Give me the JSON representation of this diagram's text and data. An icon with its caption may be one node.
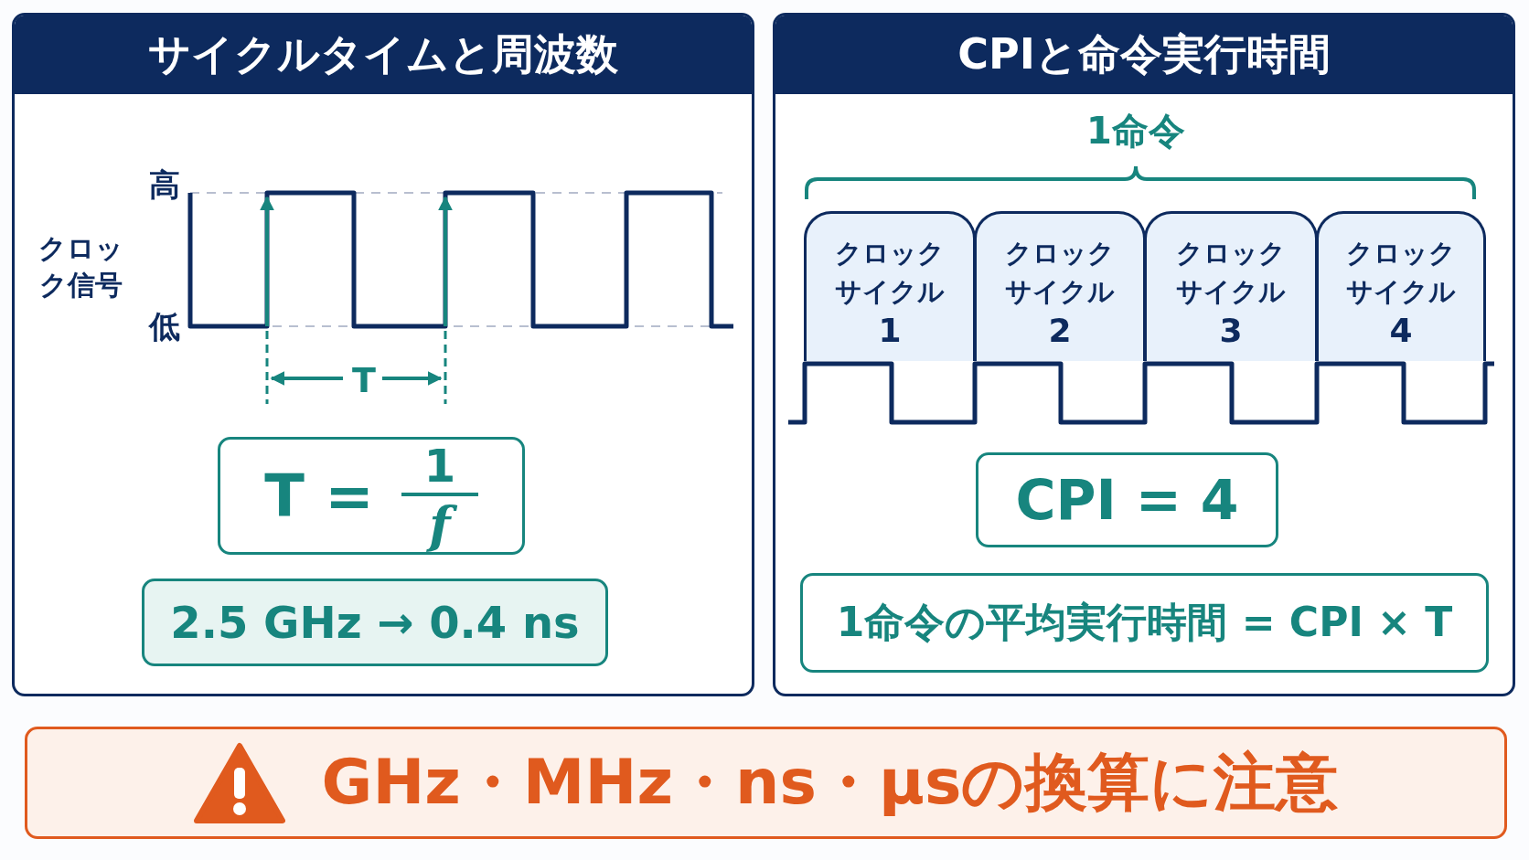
{
  "diagram": {
    "nodes": [
      {
        "text": [
          "サイクルタイムと周波数"
        ]
      },
      {
        "text": [
          "T =",
          "1",
          "f"
        ],
        "in": 0
      },
      {
        "text": [
          "2.5 GHz → 0.4 ns"
        ],
        "in": 0
      },
      {
        "text": [
          "CPIと命令実行時間"
        ]
      },
      {
        "text": [
          "クロックサイクル",
          "1"
        ],
        "in": 3
      },
      {
        "text": [
          "クロックサイクル",
          "2"
        ],
        "in": 3
      },
      {
        "text": [
          "クロックサイクル",
          "3"
        ],
        "in": 3
      },
      {
        "text": [
          "クロックサイクル",
          "4"
        ],
        "in": 3
      },
      {
        "text": [
          "CPI = 4"
        ],
        "in": 3
      },
      {
        "text": [
          "1命令の平均実行時間 = CPI × T"
        ],
        "in": 3
      },
      {
        "text": [
          "GHz・MHz・ns・μsの換算に注意"
        ]
      }
    ],
    "labels": [
      "高",
      "クロック信号",
      "低",
      "T",
      "1命令"
    ]
  }
}
